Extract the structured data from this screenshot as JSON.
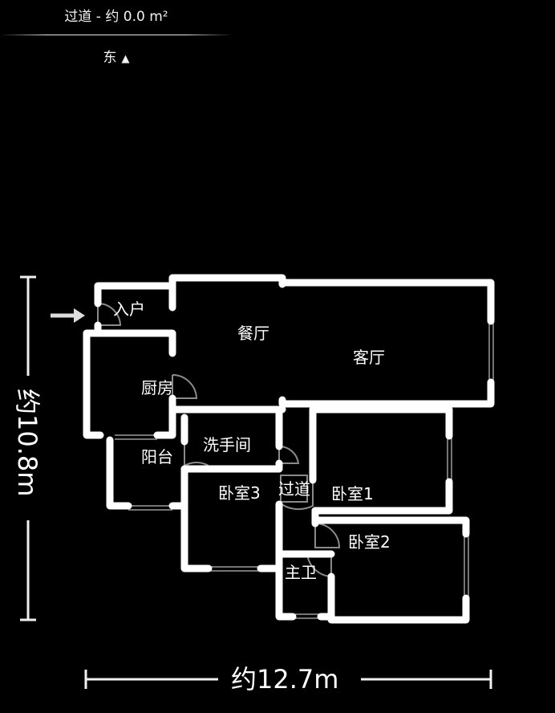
{
  "header": {
    "selected_room_info": "过道 - 约 0.0 m²",
    "compass_label": "东",
    "compass_arrow": "▲"
  },
  "floorplan": {
    "entry_arrow": "entry-arrow-icon",
    "rooms": [
      {
        "id": "entrance",
        "label": "入户"
      },
      {
        "id": "dining",
        "label": "餐厅"
      },
      {
        "id": "living",
        "label": "客厅"
      },
      {
        "id": "kitchen",
        "label": "厨房"
      },
      {
        "id": "balcony",
        "label": "阳台"
      },
      {
        "id": "washroom",
        "label": "洗手间"
      },
      {
        "id": "bedroom3",
        "label": "卧室3"
      },
      {
        "id": "hallway",
        "label": "过道"
      },
      {
        "id": "bedroom1",
        "label": "卧室1"
      },
      {
        "id": "bedroom2",
        "label": "卧室2"
      },
      {
        "id": "master_bath",
        "label": "主卫"
      }
    ]
  },
  "dimensions": {
    "height": "约10.8m",
    "width": "约12.7m"
  }
}
